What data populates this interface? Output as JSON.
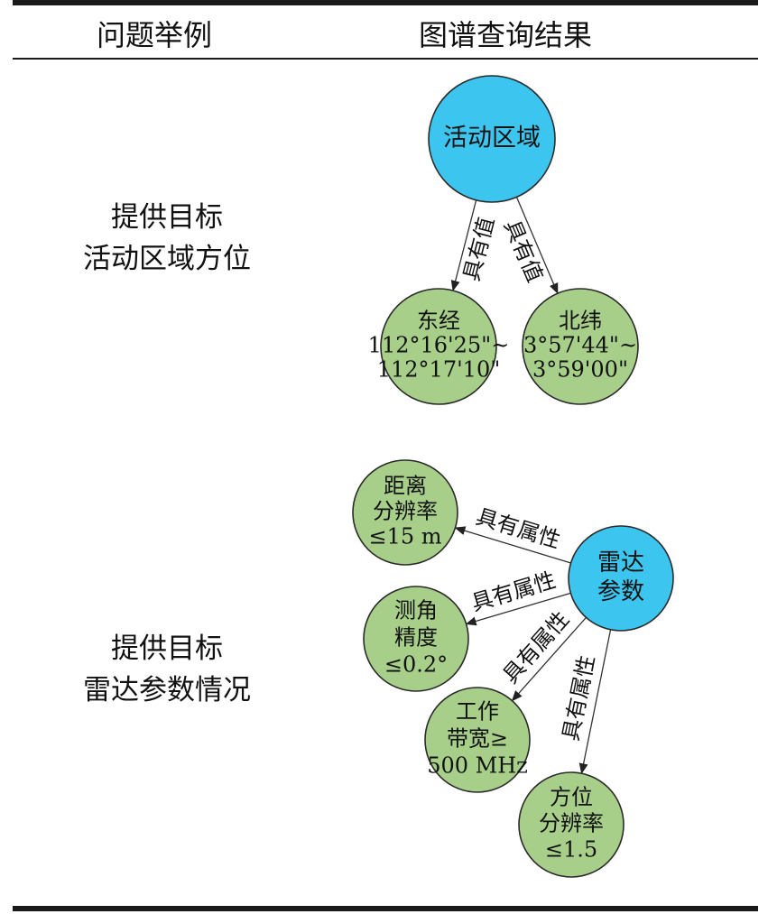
{
  "header": {
    "question_col": "问题举例",
    "result_col": "图谱查询结果"
  },
  "colors": {
    "entity_node": "#3cc5ef",
    "value_node": "#a8cf8a"
  },
  "rows": [
    {
      "question_lines": [
        "提供目标",
        "活动区域方位"
      ],
      "graph": {
        "nodes": [
          {
            "id": "region",
            "kind": "entity",
            "lines": [
              "活动区域"
            ]
          },
          {
            "id": "east",
            "kind": "value",
            "lines": [
              "东经",
              "112°16'25\"~",
              "112°17'10\""
            ]
          },
          {
            "id": "north",
            "kind": "value",
            "lines": [
              "北纬",
              "3°57'44\"~",
              "3°59'00\""
            ]
          }
        ],
        "edges": [
          {
            "from": "region",
            "to": "east",
            "label": "具有值"
          },
          {
            "from": "region",
            "to": "north",
            "label": "具有值"
          }
        ]
      }
    },
    {
      "question_lines": [
        "提供目标",
        "雷达参数情况"
      ],
      "graph": {
        "nodes": [
          {
            "id": "radar",
            "kind": "entity",
            "lines": [
              "雷达",
              "参数"
            ]
          },
          {
            "id": "range-res",
            "kind": "value",
            "lines": [
              "距离",
              "分辨率",
              "≤15 m"
            ]
          },
          {
            "id": "angle-acc",
            "kind": "value",
            "lines": [
              "测角",
              "精度",
              "≤0.2°"
            ]
          },
          {
            "id": "bandwidth",
            "kind": "value",
            "lines": [
              "工作",
              "带宽≥",
              "500 MHz"
            ]
          },
          {
            "id": "azimuth-res",
            "kind": "value",
            "lines": [
              "方位",
              "分辨率",
              "≤1.5"
            ]
          }
        ],
        "edges": [
          {
            "from": "radar",
            "to": "range-res",
            "label": "具有属性"
          },
          {
            "from": "radar",
            "to": "angle-acc",
            "label": "具有属性"
          },
          {
            "from": "radar",
            "to": "bandwidth",
            "label": "具有属性"
          },
          {
            "from": "radar",
            "to": "azimuth-res",
            "label": "具有属性"
          }
        ]
      }
    }
  ]
}
